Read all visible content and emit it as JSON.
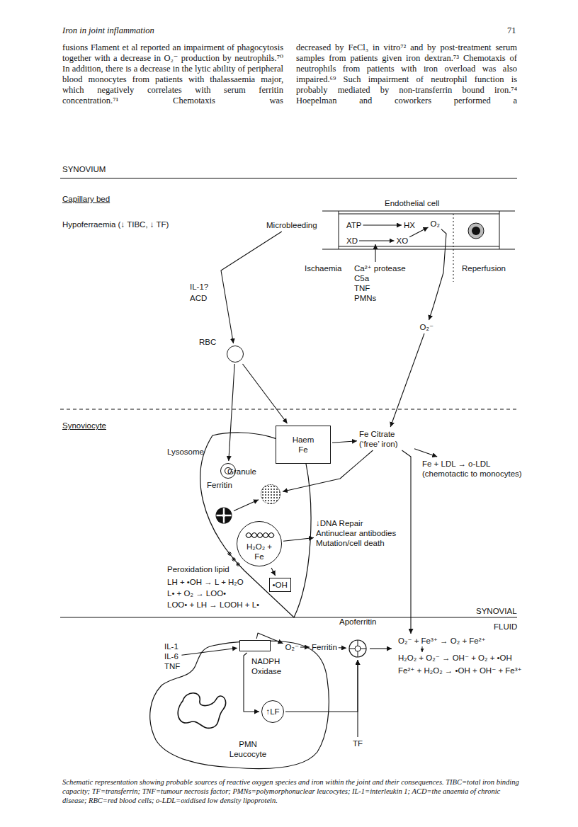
{
  "diagram": {
    "caption": "Schematic representation showing probable sources of reactive oxygen species and iron within the joint and their consequences. TIBC=total iron binding capacity; TF=transferrin; TNF=tumour necrosis factor; PMNs=polymorphonuclear leucocytes; IL-1=interleukin 1; ACD=the anaemia of chronic disease; RBC=red blood cells; o-LDL=oxidised low density lipoprotein.",
    "nodes": [
      {
        "text": [
          "Endothelial cell"
        ]
      },
      {
        "text": [
          "ATP"
        ],
        "in": 0
      },
      {
        "text": [
          "HX"
        ],
        "in": 0
      },
      {
        "text": [
          "XD"
        ],
        "in": 0
      },
      {
        "text": [
          "XO"
        ],
        "in": 0
      },
      {
        "text": [
          "O₂"
        ],
        "in": 0
      },
      {
        "text": [
          "Microbleeding"
        ]
      },
      {
        "text": [
          "Ca²⁺ protease",
          "C5a",
          "TNF",
          "PMNs"
        ]
      },
      {
        "text": [
          "RBC"
        ]
      },
      {
        "text": [
          "O₂⁻"
        ]
      },
      {
        "text": [
          "Haem Fe"
        ]
      },
      {
        "text": [
          "Fe Citrate (‘free’ iron)"
        ]
      },
      {
        "text": [
          "Lysosome"
        ]
      },
      {
        "text": [
          "Ferritin"
        ]
      },
      {
        "text": [
          "Granule"
        ]
      },
      {
        "text": [
          "H₂O₂ + Fe"
        ]
      },
      {
        "text": [
          "•OH"
        ]
      },
      {
        "text": [
          "↓DNA Repair",
          "Antinuclear antibodies",
          "Mutation/cell death"
        ]
      },
      {
        "text": [
          "Fe + LDL → o-LDL",
          "(chemotactic to monocytes)"
        ]
      },
      {
        "text": [
          "IL-1",
          "IL-6",
          "TNF"
        ]
      },
      {
        "text": [
          "PMN Leucocyte"
        ]
      },
      {
        "text": [
          "NADPH Oxidase"
        ],
        "in": 20
      },
      {
        "text": [
          "↑LF"
        ],
        "in": 20
      },
      {
        "text": [
          "O₂⁻"
        ]
      },
      {
        "text": [
          "Ferritin"
        ]
      },
      {
        "text": [
          "Apoferritin"
        ]
      },
      {
        "text": [
          "TF"
        ]
      },
      {
        "text": [
          "O₂⁻ + Fe³⁺ → O₂ + Fe²⁺",
          "H₂O₂ + O₂⁻ → OH⁻ + O₂ + •OH",
          "Fe²⁺ + H₂O₂ → •OH + OH⁻ + Fe³⁺"
        ]
      }
    ],
    "edges": [
      {
        "from": 1,
        "to": 2,
        "arrow": "to"
      },
      {
        "from": 3,
        "to": 4,
        "arrow": "to"
      },
      {
        "from": 4,
        "to": 5,
        "arrow": "to"
      },
      {
        "from": 5,
        "to": 9,
        "arrow": "to"
      },
      {
        "from": 6,
        "to": 8,
        "arrow": "to"
      },
      {
        "from": 8,
        "to": 12,
        "arrow": "to"
      },
      {
        "from": 8,
        "to": 10,
        "arrow": "to"
      },
      {
        "from": 10,
        "to": 11,
        "arrow": "to"
      },
      {
        "from": 9,
        "to": 11,
        "arrow": "to"
      },
      {
        "from": 11,
        "to": 14,
        "arrow": "to"
      },
      {
        "from": 13,
        "to": 14,
        "arrow": "to"
      },
      {
        "from": 11,
        "to": 18,
        "arrow": "to"
      },
      {
        "from": 11,
        "to": 27,
        "arrow": "to"
      },
      {
        "from": 15,
        "to": 17,
        "arrow": "to"
      },
      {
        "from": 15,
        "to": 16,
        "arrow": "to"
      },
      {
        "from": 19,
        "to": 21,
        "arrow": "to"
      },
      {
        "from": 21,
        "to": 23,
        "arrow": "to"
      },
      {
        "from": 23,
        "to": 24,
        "arrow": "to"
      },
      {
        "from": 24,
        "to": 25,
        "arrow": "to"
      },
      {
        "from": 21,
        "to": 22,
        "arrow": "to"
      },
      {
        "from": 22,
        "to": 25,
        "arrow": "to"
      },
      {
        "from": 26,
        "to": 25,
        "arrow": "to"
      }
    ],
    "labels": [
      "Iron in joint inflammation",
      "71",
      "fusions Flament et al reported an impairment of phagocytosis together with a decrease in O₂⁻ production by neutrophils.⁷⁰ In addition, there is a decrease in the lytic ability of peripheral blood monocytes from patients with thalassaemia major, which negatively correlates with serum ferritin concentration.⁷¹ Chemotaxis was",
      "decreased by FeCl₃ in vitro⁷² and by post-treatment serum samples from patients given iron dextran.⁷³ Chemotaxis of neutrophils from patients with iron overload was also impaired.⁶⁹ Such impairment of neutrophil function is probably mediated by non-transferrin bound iron.⁷⁴ Hoepelman and coworkers performed a",
      "SYNOVIUM",
      "Capillary bed",
      "Hypoferraemia (↓ TIBC, ↓ TF)",
      "Ischaemia",
      "Reperfusion",
      "IL-1?",
      "ACD",
      "Synoviocyte",
      "Peroxidation lipid",
      "LH + •OH → L + H₂O",
      "L• + O₂ → LOO•",
      "LOO• + LH → LOOH + L•",
      "SYNOVIAL",
      "FLUID"
    ]
  }
}
